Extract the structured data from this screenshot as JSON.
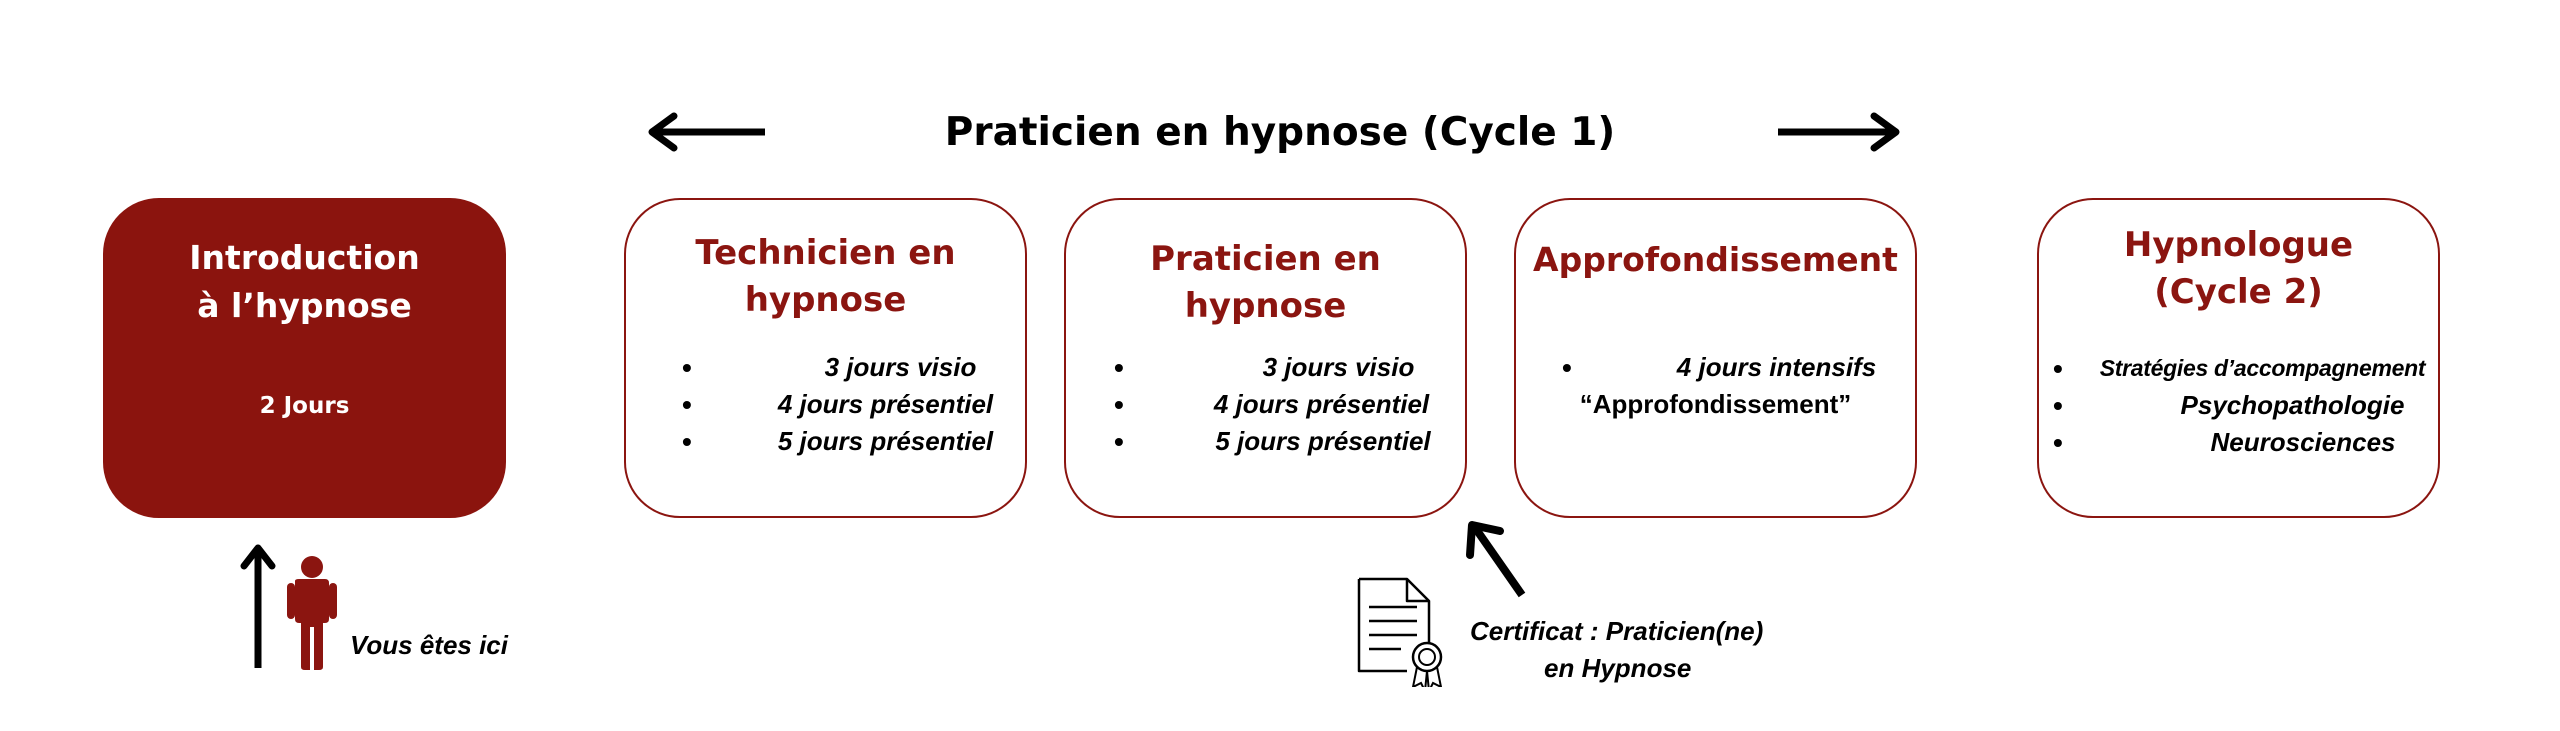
{
  "header": {
    "title": "Praticien en hypnose (Cycle 1)"
  },
  "cards": {
    "intro": {
      "title": "Introduction\nà l’hypnose",
      "subtitle": "2 Jours"
    },
    "technicien": {
      "title": "Technicien en\nhypnose",
      "items": [
        "3 jours visio",
        "4 jours présentiel",
        "5 jours présentiel"
      ]
    },
    "praticien": {
      "title": "Praticien en\nhypnose",
      "items": [
        "3 jours visio",
        "4 jours présentiel",
        "5 jours présentiel"
      ]
    },
    "approfondissement": {
      "title": "Approfondissement",
      "item_line1": "4 jours intensifs",
      "item_line2": "“Approfondissement”"
    },
    "hypnologue": {
      "title": "Hypnologue\n(Cycle 2)",
      "items": [
        "Stratégies d’accompagnement",
        "Psychopathologie",
        "Neurosciences"
      ]
    }
  },
  "footer": {
    "you_are_here": "Vous êtes ici",
    "certificate_line1": "Certificat :  Praticien(ne)",
    "certificate_line2": "en Hypnose"
  },
  "colors": {
    "brand": "#8b1510",
    "text": "#000000",
    "background": "#ffffff"
  },
  "icons": [
    "arrow-left-icon",
    "arrow-right-icon",
    "arrow-up-icon",
    "person-icon",
    "certificate-icon",
    "arrow-diagonal-icon"
  ]
}
